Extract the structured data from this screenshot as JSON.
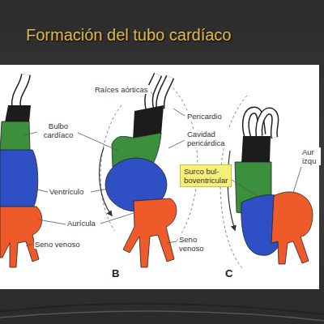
{
  "diagram": {
    "title": "Formación del tubo cardíaco",
    "nodes": [
      {
        "text": [
          "Surco bul- boventricular"
        ]
      }
    ],
    "labels": [
      "Raíces aórticas",
      "Bulbo cardíaco",
      "Pericardio",
      "Cavidad pericárdica",
      "Ventrículo",
      "Aurícula",
      "Seno venoso",
      "B",
      "Seno venoso",
      "C",
      "Aur izqu"
    ]
  }
}
